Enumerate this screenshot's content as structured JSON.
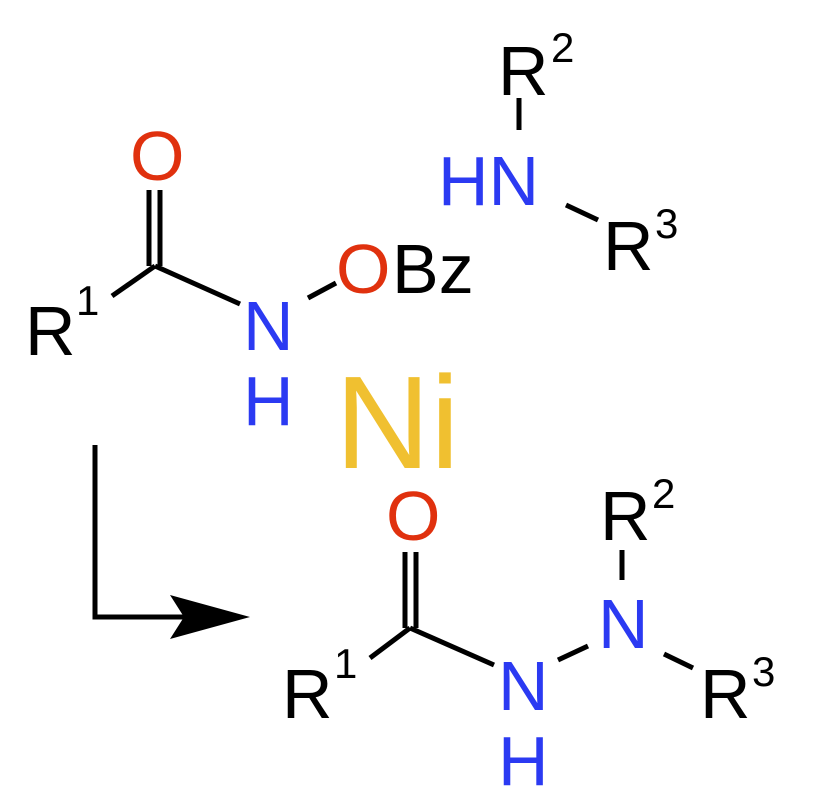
{
  "colors": {
    "black": "#000000",
    "oxygen": "#e0310e",
    "nitrogen": "#2b3af2",
    "nickel": "#f0c030"
  },
  "reactant_amide": {
    "r1": "R",
    "r1_sup": "1",
    "carbonyl_o": "O",
    "amide_n": "N",
    "amide_h": "H",
    "ester_o": "O",
    "benzoyl": "Bz"
  },
  "reactant_amine": {
    "r2": "R",
    "r2_sup": "2",
    "hn": "HN",
    "r3": "R",
    "r3_sup": "3"
  },
  "catalyst": {
    "label": "Ni"
  },
  "product": {
    "r1": "R",
    "r1_sup": "1",
    "carbonyl_o": "O",
    "amide_n": "N",
    "amide_h": "H",
    "amine_n": "N",
    "r2": "R",
    "r2_sup": "2",
    "r3": "R",
    "r3_sup": "3"
  }
}
